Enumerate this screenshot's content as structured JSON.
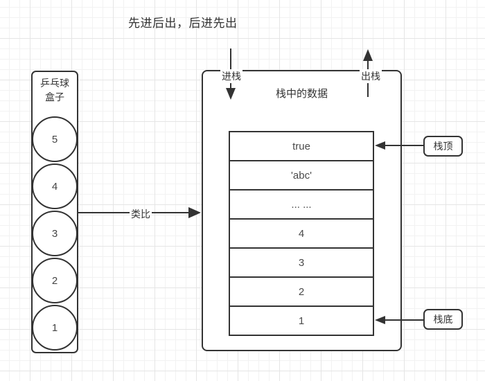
{
  "title": "先进后出，后进先出",
  "left_box": {
    "label_line1": "乒乓球",
    "label_line2": "盒子",
    "balls": [
      "5",
      "4",
      "3",
      "2",
      "1"
    ]
  },
  "analogy": {
    "label": "类比"
  },
  "stack": {
    "title": "栈中的数据",
    "push_label": "进栈",
    "pop_label": "出栈",
    "cells": [
      "true",
      "'abc'",
      "... ...",
      "4",
      "3",
      "2",
      "1"
    ]
  },
  "callouts": {
    "top": "栈顶",
    "bottom": "栈底"
  },
  "colors": {
    "stroke": "#333333",
    "cell_text": "#4a4a4a",
    "grid_minor": "#f2f2f2",
    "grid_major": "#e5e5e5",
    "background": "#ffffff"
  }
}
